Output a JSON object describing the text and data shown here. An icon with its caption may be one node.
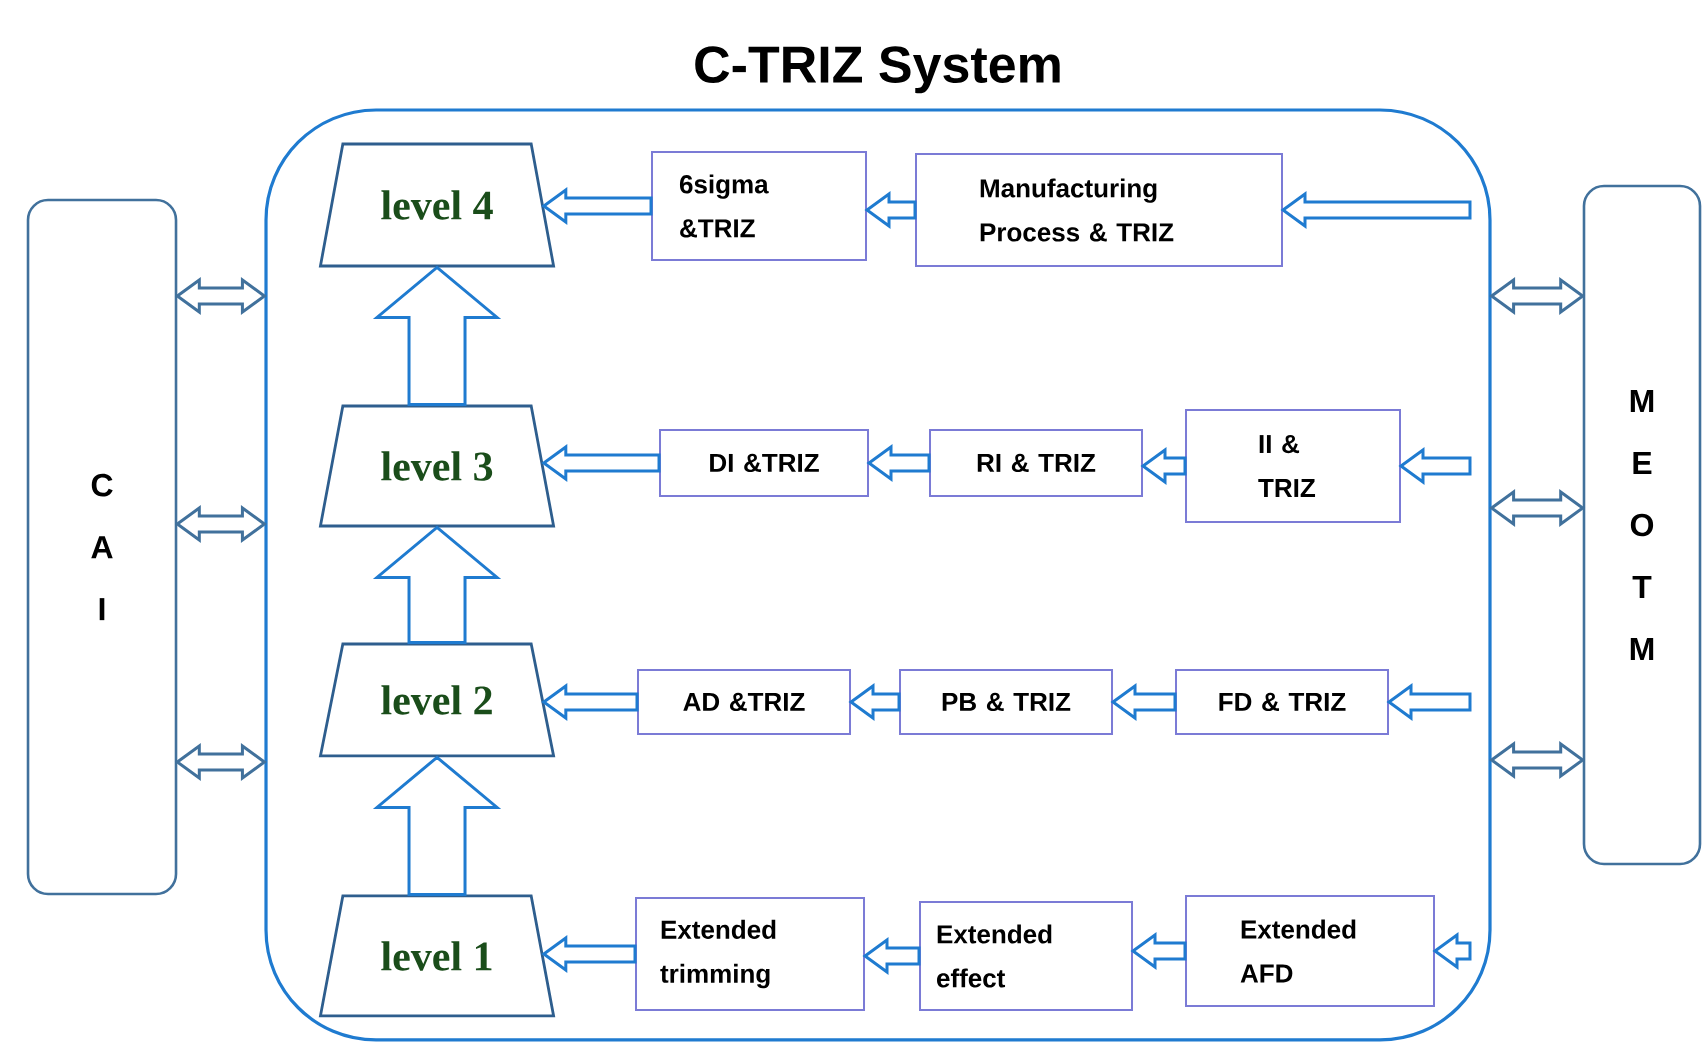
{
  "diagram": {
    "nodes": [
      {
        "text": [
          "C-TRIZ System"
        ]
      },
      {
        "text": [
          "C A I"
        ]
      },
      {
        "text": [
          "M E O T M"
        ]
      },
      {
        "text": [
          "level 4"
        ],
        "in": 0
      },
      {
        "text": [
          "6sigma &TRIZ"
        ],
        "in": 0
      },
      {
        "text": [
          "Manufacturing Process & TRIZ"
        ],
        "in": 0
      },
      {
        "text": [
          "level 3"
        ],
        "in": 0
      },
      {
        "text": [
          "DI &TRIZ"
        ],
        "in": 0
      },
      {
        "text": [
          "RI & TRIZ"
        ],
        "in": 0
      },
      {
        "text": [
          "II & TRIZ"
        ],
        "in": 0
      },
      {
        "text": [
          "level 2"
        ],
        "in": 0
      },
      {
        "text": [
          "AD &TRIZ"
        ],
        "in": 0
      },
      {
        "text": [
          "PB & TRIZ"
        ],
        "in": 0
      },
      {
        "text": [
          "FD & TRIZ"
        ],
        "in": 0
      },
      {
        "text": [
          "level 1"
        ],
        "in": 0
      },
      {
        "text": [
          "Extended trimming"
        ],
        "in": 0
      },
      {
        "text": [
          "Extended effect"
        ],
        "in": 0
      },
      {
        "text": [
          "Extended AFD"
        ],
        "in": 0
      }
    ],
    "edges": [
      {
        "from": 1,
        "to": 0,
        "arrow": "both",
        "color": "#41719c"
      },
      {
        "from": 1,
        "to": 0,
        "arrow": "both",
        "color": "#41719c"
      },
      {
        "from": 1,
        "to": 0,
        "arrow": "both",
        "color": "#41719c"
      },
      {
        "from": 0,
        "to": 2,
        "arrow": "both",
        "color": "#41719c"
      },
      {
        "from": 0,
        "to": 2,
        "arrow": "both",
        "color": "#41719c"
      },
      {
        "from": 0,
        "to": 2,
        "arrow": "both",
        "color": "#41719c"
      },
      {
        "from": null,
        "to": 5,
        "arrow": "to"
      },
      {
        "from": 5,
        "to": 4,
        "arrow": "to"
      },
      {
        "from": 4,
        "to": 3,
        "arrow": "to"
      },
      {
        "from": null,
        "to": 9,
        "arrow": "to"
      },
      {
        "from": 9,
        "to": 8,
        "arrow": "to"
      },
      {
        "from": 8,
        "to": 7,
        "arrow": "to"
      },
      {
        "from": 7,
        "to": 6,
        "arrow": "to"
      },
      {
        "from": null,
        "to": 13,
        "arrow": "to"
      },
      {
        "from": 13,
        "to": 12,
        "arrow": "to"
      },
      {
        "from": 12,
        "to": 11,
        "arrow": "to"
      },
      {
        "from": 11,
        "to": 10,
        "arrow": "to"
      },
      {
        "from": null,
        "to": 17,
        "arrow": "to"
      },
      {
        "from": 17,
        "to": 16,
        "arrow": "to"
      },
      {
        "from": 16,
        "to": 15,
        "arrow": "to"
      },
      {
        "from": 15,
        "to": 14,
        "arrow": "to"
      },
      {
        "from": 14,
        "to": 10,
        "arrow": "to",
        "style": "thick"
      },
      {
        "from": 10,
        "to": 6,
        "arrow": "to",
        "style": "thick"
      },
      {
        "from": 6,
        "to": 3,
        "arrow": "to",
        "style": "thick"
      }
    ]
  }
}
